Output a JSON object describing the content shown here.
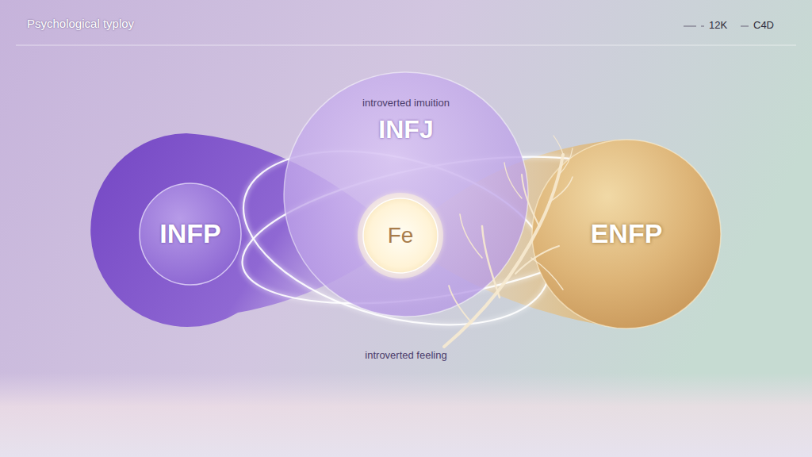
{
  "diagram": {
    "title": "Psychological typloy",
    "nodes": [
      {
        "text": [
          "introverted imuition",
          "INFJ",
          "introverted feeling"
        ]
      },
      {
        "text": [
          "Fe"
        ],
        "in": 0
      },
      {
        "text": [
          "INFP"
        ]
      },
      {
        "text": [
          "ENFP"
        ]
      }
    ],
    "labels": [
      "12K",
      "C4D"
    ]
  }
}
